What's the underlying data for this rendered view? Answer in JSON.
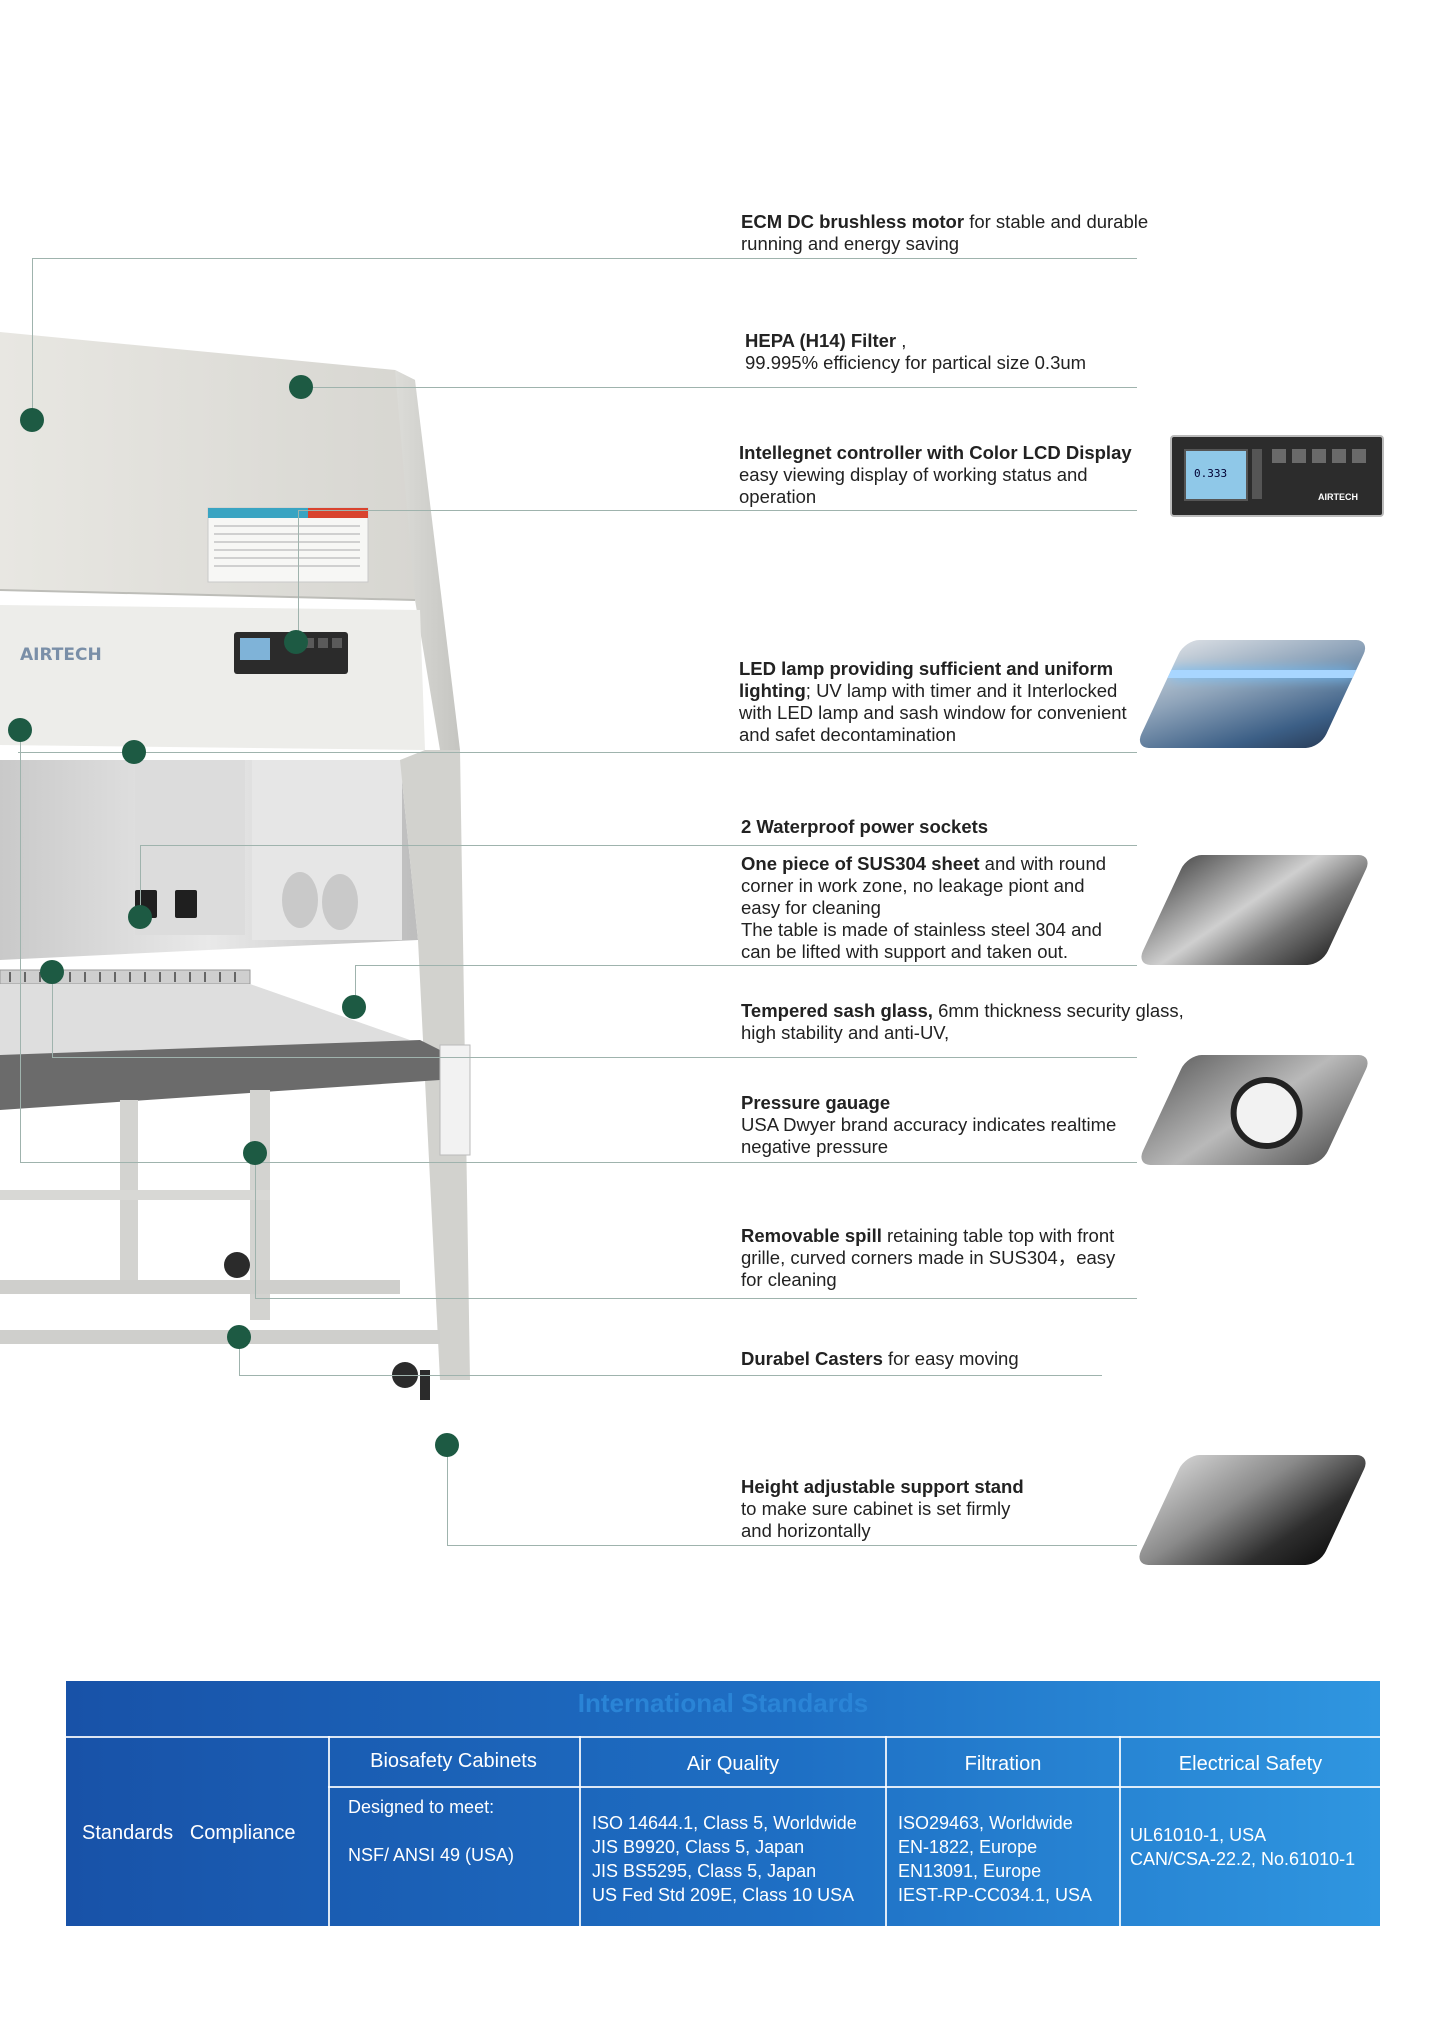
{
  "features": [
    {
      "bold": "ECM DC brushless motor",
      "rest": " for stable and durable",
      "lines": [
        "running and energy saving"
      ]
    },
    {
      "bold": "HEPA (H14) Filter",
      "rest": " ,",
      "lines": [
        "99.995% efficiency for partical size 0.3um"
      ]
    },
    {
      "bold": "Intellegnet controller with Color LCD Display",
      "rest": "",
      "lines": [
        "easy viewing display of working status and",
        "operation"
      ]
    },
    {
      "bold": "LED lamp providing sufficient and uniform",
      "rest": "",
      "line2_bold": "lighting",
      "line2_rest": "; UV lamp with timer and it Interlocked",
      "lines": [
        "with LED lamp and sash window for convenient",
        "and safet decontamination"
      ]
    },
    {
      "bold": "2 Waterproof power sockets",
      "rest": "",
      "lines": []
    },
    {
      "bold": "One piece of SUS304 sheet",
      "rest": " and with round",
      "lines": [
        "corner in work zone, no leakage piont and",
        "easy for cleaning",
        "The table is made of stainless steel 304 and",
        "can be lifted with support and taken out."
      ]
    },
    {
      "bold": "Tempered sash glass,",
      "rest": " 6mm thickness security glass,",
      "lines": [
        "high stability and anti-UV,"
      ]
    },
    {
      "bold": "Pressure gauage",
      "rest": "",
      "lines": [
        "USA Dwyer brand accuracy indicates realtime",
        "negative pressure"
      ]
    },
    {
      "bold": "Removable spill",
      "rest": " retaining table top with front",
      "lines": [
        "grille, curved corners made in SUS304，easy",
        "for cleaning"
      ]
    },
    {
      "bold": "Durabel Casters",
      "rest": " for easy moving",
      "lines": []
    },
    {
      "bold": "Height adjustable support stand",
      "rest": "",
      "lines": [
        "to make sure cabinet is set firmly",
        "and horizontally"
      ]
    }
  ],
  "cabinet": {
    "brand": "AIRTECH",
    "controller_readout": "0.333",
    "controller_brand": "AIRTECH"
  },
  "standards": {
    "title": "International Standards",
    "row_header": "Standards   Compliance",
    "columns": [
      {
        "header": "Biosafety Cabinets",
        "lines": [
          "Designed to meet:",
          "",
          "NSF/ ANSI 49 (USA)"
        ]
      },
      {
        "header": "Air Quality",
        "lines": [
          "ISO 14644.1, Class 5, Worldwide",
          "JIS B9920, Class 5, Japan",
          "JIS BS5295, Class 5, Japan",
          "US Fed Std 209E, Class 10 USA"
        ]
      },
      {
        "header": "Filtration",
        "lines": [
          "ISO29463, Worldwide",
          "EN-1822, Europe",
          "EN13091, Europe",
          "IEST-RP-CC034.1, USA"
        ]
      },
      {
        "header": "Electrical Safety",
        "lines": [
          "UL61010-1, USA",
          "CAN/CSA-22.2, No.61010-1"
        ]
      }
    ]
  },
  "colors": {
    "dot": "#1d5a43",
    "line": "#9fb3ad",
    "table_dark": "#1852a8",
    "table_light": "#2f96e0"
  }
}
